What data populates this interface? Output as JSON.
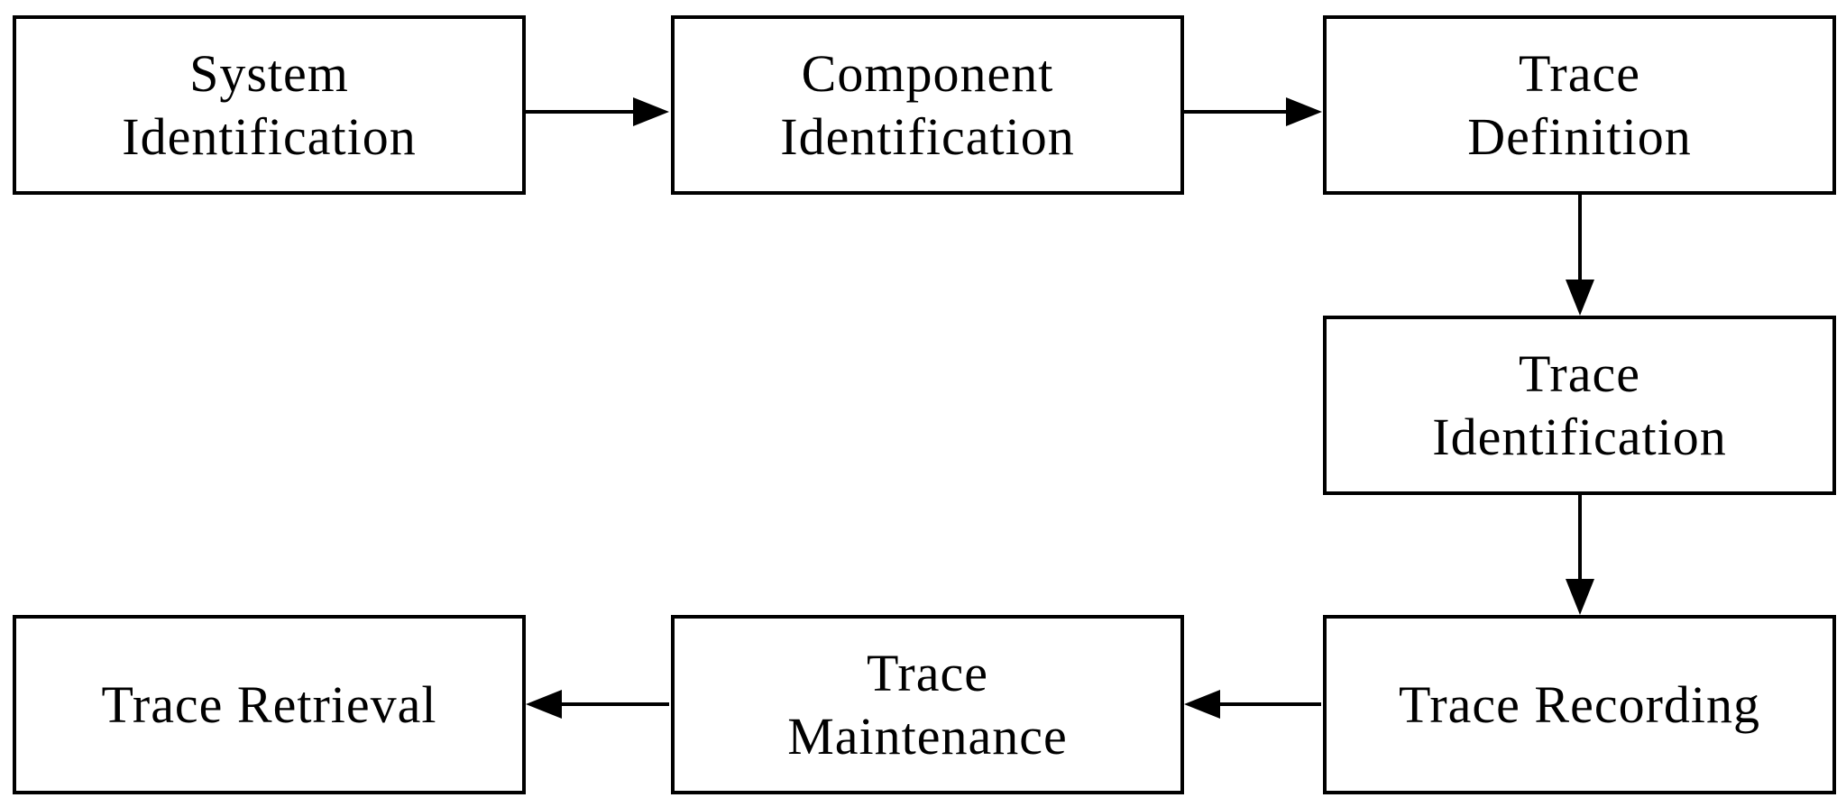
{
  "diagram": {
    "nodes": [
      {
        "id": "system",
        "label": "System\nIdentification"
      },
      {
        "id": "component",
        "label": "Component\nIdentification"
      },
      {
        "id": "definition",
        "label": "Trace\nDefinition"
      },
      {
        "id": "identification",
        "label": "Trace\nIdentification"
      },
      {
        "id": "recording",
        "label": "Trace Recording"
      },
      {
        "id": "maintenance",
        "label": "Trace\nMaintenance"
      },
      {
        "id": "retrieval",
        "label": "Trace Retrieval"
      }
    ],
    "edges": [
      {
        "from": "system",
        "to": "component"
      },
      {
        "from": "component",
        "to": "definition"
      },
      {
        "from": "definition",
        "to": "identification"
      },
      {
        "from": "identification",
        "to": "recording"
      },
      {
        "from": "recording",
        "to": "maintenance"
      },
      {
        "from": "maintenance",
        "to": "retrieval"
      }
    ],
    "colors": {
      "stroke": "#000000",
      "fill": "#ffffff",
      "text": "#000000"
    }
  }
}
